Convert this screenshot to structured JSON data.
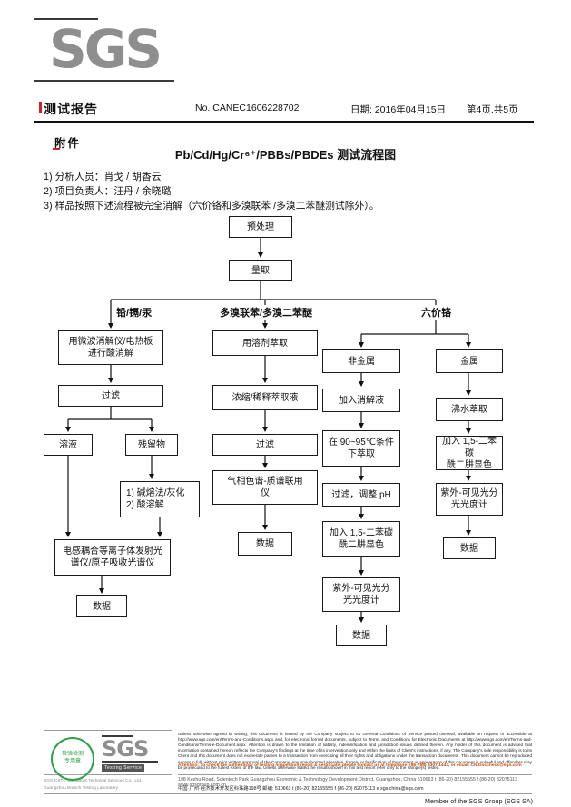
{
  "logo": {
    "text": "SGS",
    "footer_text": "SGS",
    "footer_sub": "Testing Service"
  },
  "header": {
    "title": "测试报告",
    "report_no": "No. CANEC1606228702",
    "date": "日期: 2016年04月15日",
    "page": "第4页,共5页"
  },
  "attachment": {
    "label": "附件",
    "flow_title": "Pb/Cd/Hg/Cr⁶⁺/PBBs/PBDEs 测试流程图",
    "notes": {
      "n1": "1) 分析人员：肖戈 / 胡香云",
      "n2": "2) 项目负责人：汪丹 / 余晓璐",
      "n3": "3) 样品按照下述流程被完全消解（六价铬和多溴联苯 /多溴二苯醚测试除外）。"
    }
  },
  "flow": {
    "pretreatment": "预处理",
    "measure": "量取",
    "branch_left": "铅/镉/汞",
    "branch_mid": "多溴联苯/多溴二苯醚",
    "branch_right": "六价铬",
    "left": {
      "digest": "用微波消解仪/电热板\n进行酸消解",
      "filter": "过滤",
      "solution": "溶液",
      "residue": "残留物",
      "alkali": "1) 碱熔法/灰化\n2) 酸溶解",
      "icp": "电感耦合等离子体发射光\n谱仪/原子吸收光谱仪",
      "data": "数据"
    },
    "mid": {
      "extract": "用溶剂萃取",
      "concentrate": "浓缩/稀释萃取液",
      "filter": "过滤",
      "gcms": "气相色谱-质谱联用\n仪",
      "data": "数据"
    },
    "right": {
      "nonmetal": "非金属",
      "metal": "金属",
      "nm_digest": "加入消解液",
      "nm_extract": "在 90~95℃条件\n下萃取",
      "nm_filter": "过滤，调整 pH",
      "nm_color": "加入 1,5-二苯碳\n酰二肼显色",
      "nm_uv": "紫外-可见光分\n光光度计",
      "nm_data": "数据",
      "m_boil": "沸水萃取",
      "m_color": "加入 1,5-二苯碳\n酰二肼显色",
      "m_uv": "紫外-可见光分\n光光度计",
      "m_data": "数据"
    }
  },
  "footer": {
    "disclaimer": "Unless otherwise agreed in writing, this document is issued by the Company subject to its General Conditions of Service printed overleaf, available on request or accessible at http://www.sgs.com/en/Terms-and-Conditions.aspx and, for electronic format documents, subject to Terms and Conditions for Electronic Documents at http://www.sgs.com/en/Terms-and-Conditions/Terms-e-Document.aspx. Attention is drawn to the limitation of liability, indemnification and jurisdiction issues defined therein. Any holder of this document is advised that information contained hereon reflects the Company's findings at the time of its intervention only and within the limits of Client's instructions, if any. The Company's sole responsibility is to its Client and this document does not exonerate parties to a transaction from exercising all their rights and obligations under the transaction documents. This document cannot be reproduced except in full, without prior written approval of the Company. Any unauthorized alteration, forgery or falsification of the content or appearance of this document is unlawful and offenders may be prosecuted to the fullest extent of the law. Unless otherwise stated the results shown in this test report refer only to the sample(s) tested.",
    "attention": "Attention: To check the authenticity of testing /inspection report & certificate, please contact us at telephone: (86-755) 8307 1443, or email: CN.Doccheck@sgs.com",
    "address_en": "198 Kezhu Road, Scientech Park Guangzhou Economic & Technology Development District, Guangzhou, China 510663   t (86-20) 82155555   f (86-20) 82075113   www.sgsgroup.com.cn",
    "address_cn": "中国·广州·经济技术开发区科珠路198号   邮编: 510663   t (86-20) 82155555   f (86-20) 82075113   e sgs.china@sgs.com",
    "company_line1": "SGS-CSTC Standards Technical Services Co., Ltd.",
    "company_line2": "Guangzhou Branch Testing Laboratory",
    "stamp_line1": "检验检测",
    "stamp_line2": "专用章",
    "member": "Member of the SGS Group (SGS SA)"
  }
}
